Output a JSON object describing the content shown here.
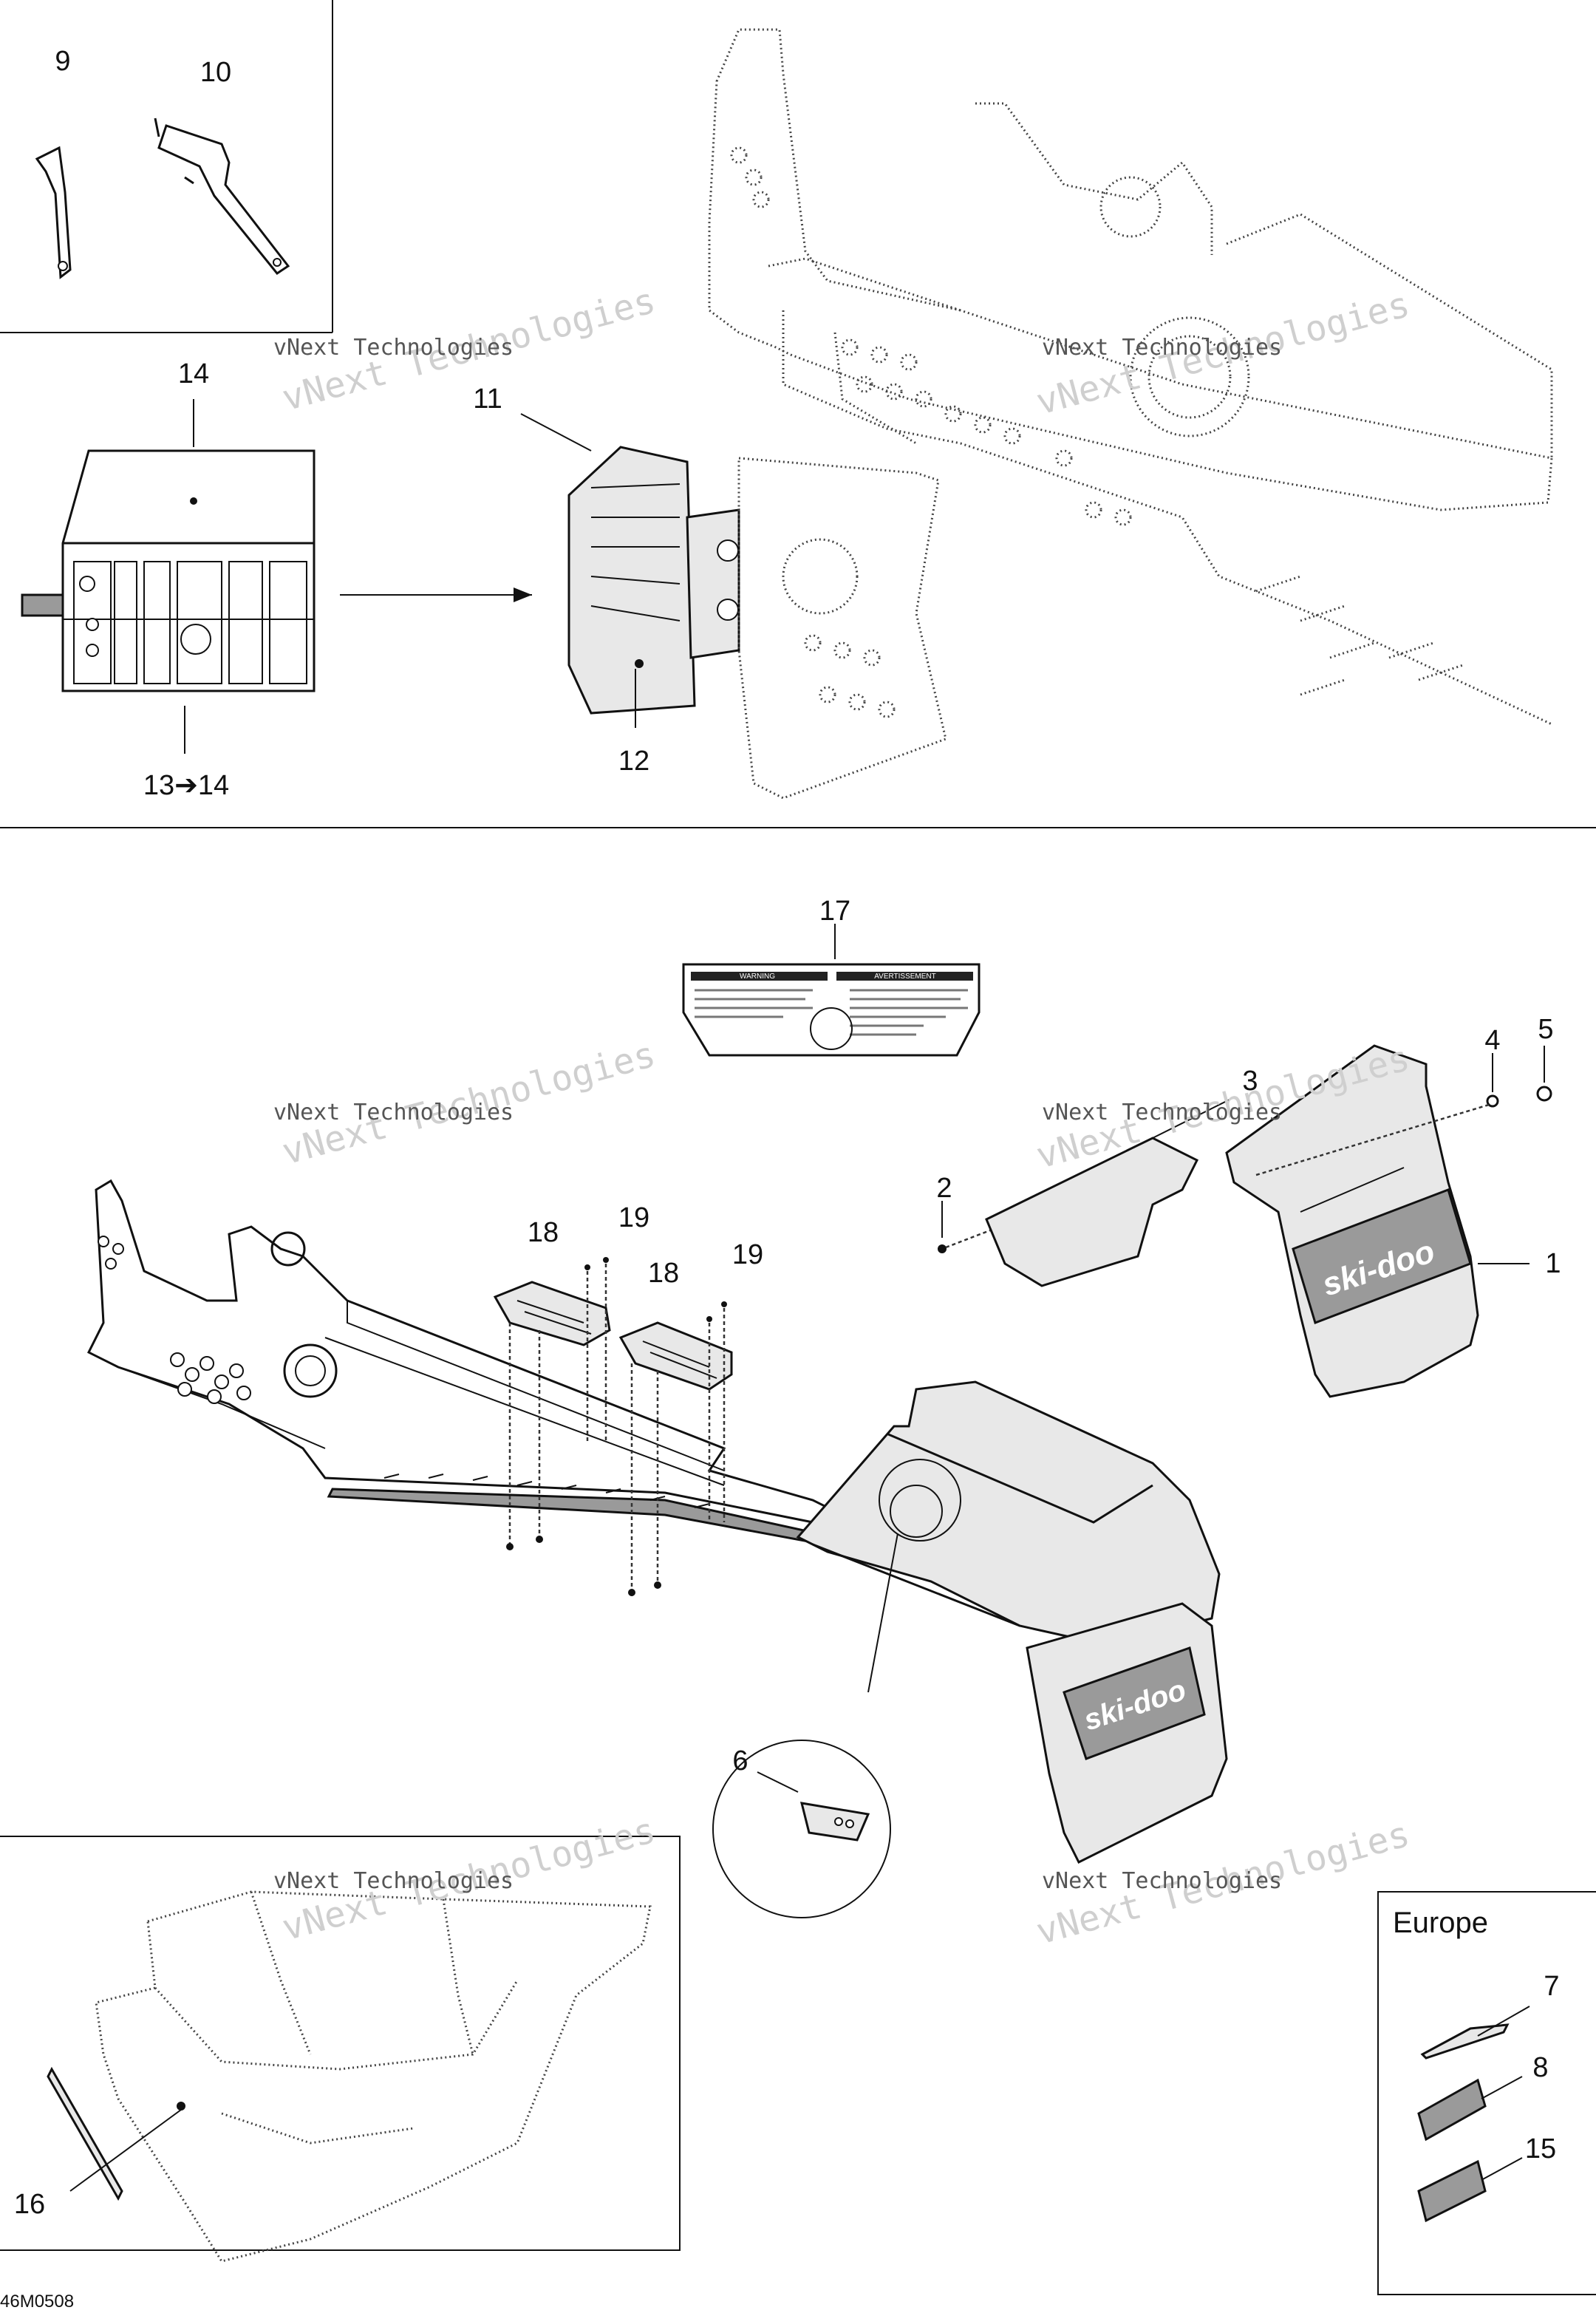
{
  "diagram": {
    "drawing_code": "46M0508",
    "watermark": {
      "line1": "vNext Technologies",
      "line2": "vNext\nTechnologies"
    },
    "region_label": "Europe",
    "callouts": [
      {
        "id": "c9",
        "text": "9"
      },
      {
        "id": "c10",
        "text": "10"
      },
      {
        "id": "c14a",
        "text": "14"
      },
      {
        "id": "c11",
        "text": "11"
      },
      {
        "id": "c12",
        "text": "12"
      },
      {
        "id": "c13",
        "text": "13➔14"
      },
      {
        "id": "c17",
        "text": "17"
      },
      {
        "id": "c3",
        "text": "3"
      },
      {
        "id": "c4",
        "text": "4"
      },
      {
        "id": "c5",
        "text": "5"
      },
      {
        "id": "c2",
        "text": "2"
      },
      {
        "id": "c1",
        "text": "1"
      },
      {
        "id": "c18a",
        "text": "18"
      },
      {
        "id": "c19a",
        "text": "19"
      },
      {
        "id": "c18b",
        "text": "18"
      },
      {
        "id": "c19b",
        "text": "19"
      },
      {
        "id": "c6",
        "text": "6"
      },
      {
        "id": "c7",
        "text": "7"
      },
      {
        "id": "c8",
        "text": "8"
      },
      {
        "id": "c15",
        "text": "15"
      },
      {
        "id": "c16",
        "text": "16"
      }
    ],
    "mudflap_brand": "ski-doo",
    "warning_label": {
      "left_title": "WARNING",
      "right_title": "AVERTISSEMENT"
    }
  }
}
